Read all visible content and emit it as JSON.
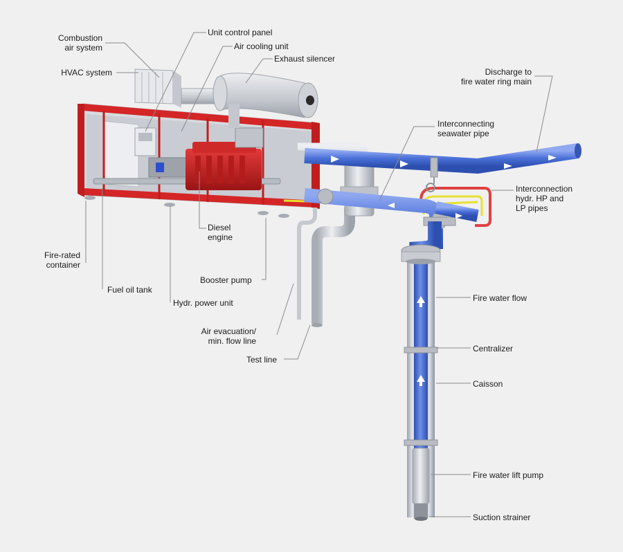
{
  "colors": {
    "background": "#f0f0f0",
    "container_red": "#d42626",
    "water_blue": "#4a70d8",
    "pipe_grey": "#c8ccd2",
    "hydraulic_red": "#e04040",
    "hydraulic_yellow": "#e8e030",
    "leader_line": "#8a8a8a"
  },
  "labels": {
    "combustion_air": [
      "Combustion",
      "air system"
    ],
    "hvac": [
      "HVAC system"
    ],
    "unit_control_panel": [
      "Unit control panel"
    ],
    "air_cooling_unit": [
      "Air cooling unit"
    ],
    "exhaust_silencer": [
      "Exhaust silencer"
    ],
    "discharge": [
      "Discharge to",
      "fire water ring main"
    ],
    "interconnecting_pipe": [
      "Interconnecting",
      "seawater pipe"
    ],
    "interconnection_hydr": [
      "Interconnection",
      "hydr. HP and",
      "LP pipes"
    ],
    "diesel_engine": [
      "Diesel",
      "engine"
    ],
    "fire_rated_container": [
      "Fire-rated",
      "container"
    ],
    "booster_pump": [
      "Booster pump"
    ],
    "fuel_oil_tank": [
      "Fuel oil tank"
    ],
    "hydr_power_unit": [
      "Hydr. power unit"
    ],
    "air_evacuation": [
      "Air evacuation/",
      "min. flow line"
    ],
    "test_line": [
      "Test line"
    ],
    "fire_water_flow": [
      "Fire water flow"
    ],
    "centralizer": [
      "Centralizer"
    ],
    "caisson": [
      "Caisson"
    ],
    "fire_water_lift_pump": [
      "Fire water lift pump"
    ],
    "suction_strainer": [
      "Suction strainer"
    ]
  }
}
